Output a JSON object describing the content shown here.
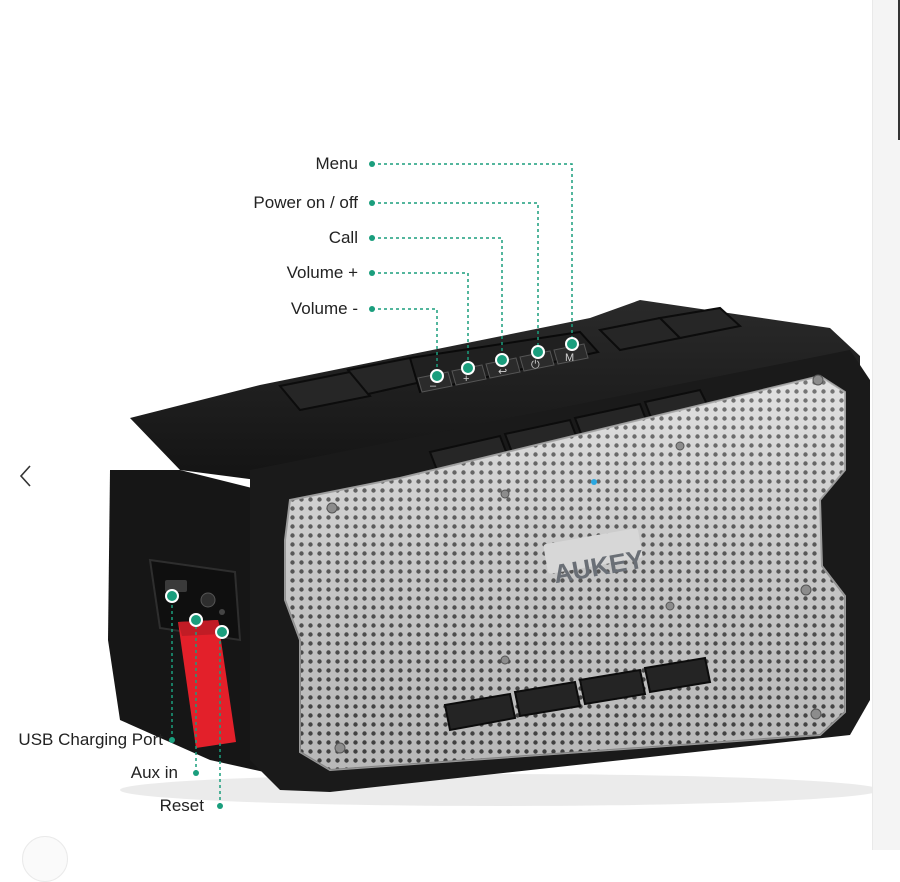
{
  "product": {
    "brand_text": "AUKEY",
    "colors": {
      "callout_accent": "#1a9e7d",
      "body": "#1b1b1b",
      "grille": "#dcdcdc",
      "usb_cover": "#e3202a"
    }
  },
  "callouts": {
    "menu": "Menu",
    "power": "Power on / off",
    "call": "Call",
    "volume_up": "Volume +",
    "volume_down": "Volume -",
    "usb": "USB Charging Port",
    "aux": "Aux in",
    "reset": "Reset"
  },
  "navigation": {
    "prev_icon": "chevron-left-icon"
  }
}
